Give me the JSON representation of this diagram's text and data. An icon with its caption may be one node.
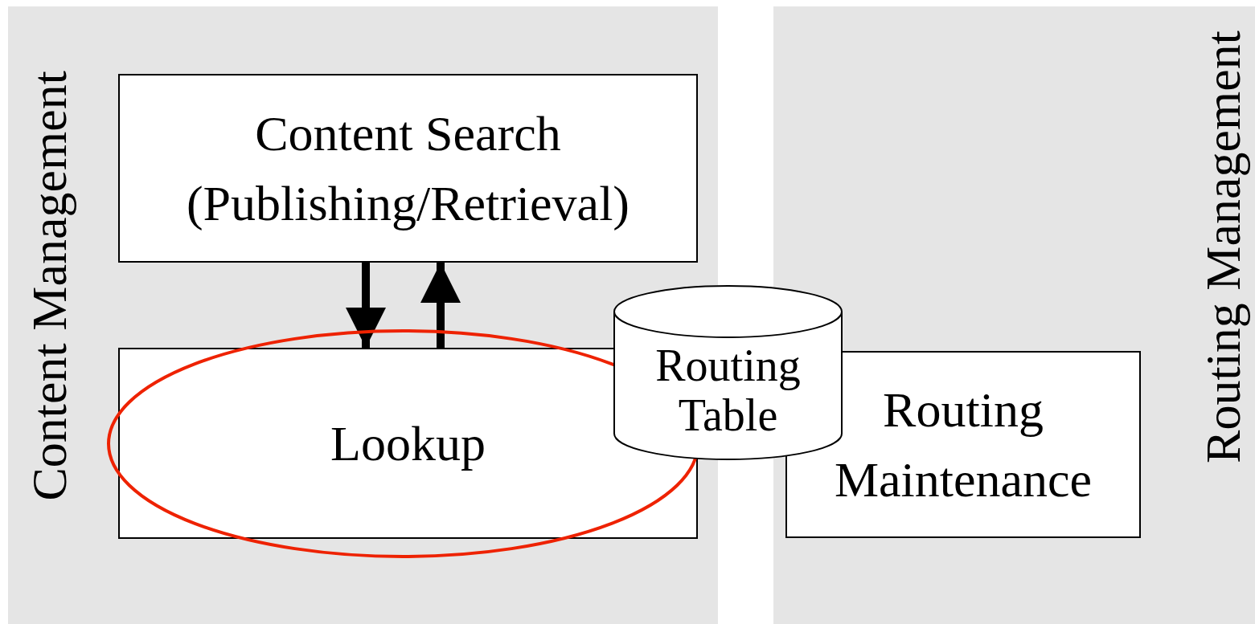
{
  "diagram": {
    "nodes": [
      {
        "text": [
          "Content Management"
        ]
      },
      {
        "text": [
          "Content Search (Publishing/Retrieval)"
        ],
        "in": 0
      },
      {
        "text": [
          "Lookup"
        ],
        "in": 0
      },
      {
        "text": [
          "Routing Table"
        ]
      },
      {
        "text": [
          "Routing Management"
        ]
      },
      {
        "text": [
          "Routing Maintenance"
        ],
        "in": 4
      }
    ],
    "edges": [
      {
        "from": 1,
        "to": 2,
        "arrow": "to"
      },
      {
        "from": 2,
        "to": 1,
        "arrow": "to"
      }
    ]
  }
}
